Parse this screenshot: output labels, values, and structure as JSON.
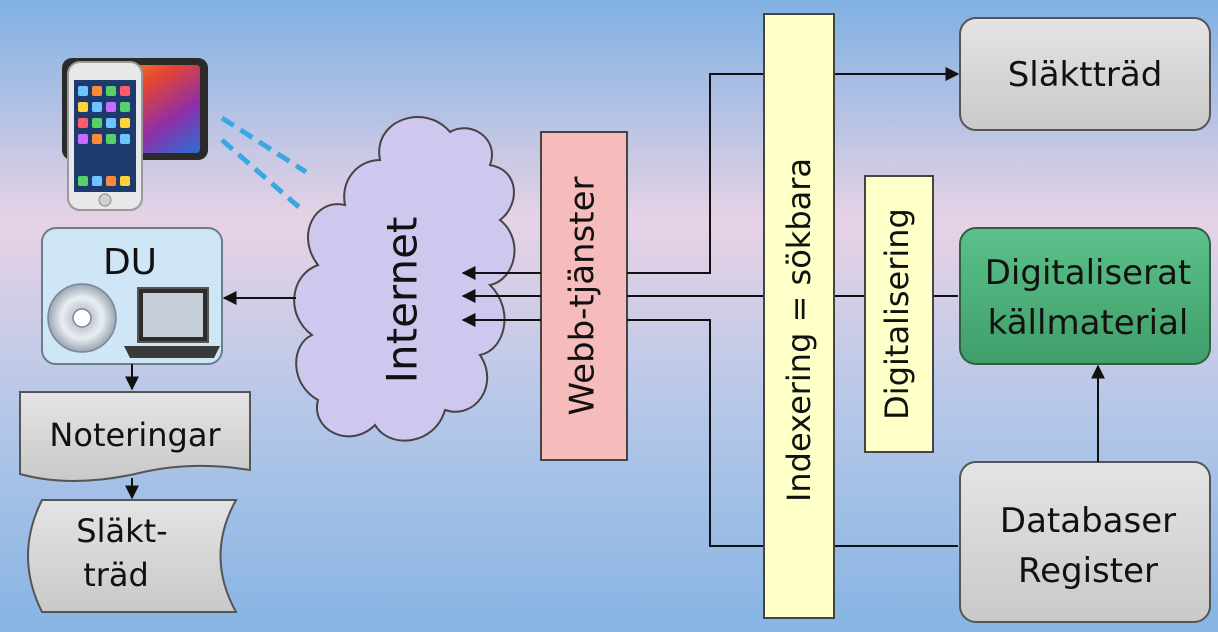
{
  "labels": {
    "du": "DU",
    "noteringar": "Noteringar",
    "slakttrad_doc_line1": "Släkt-",
    "slakttrad_doc_line2": "träd",
    "internet": "Internet",
    "webbtjanster": "Webb-tjänster",
    "indexering": "Indexering = sökbara",
    "digitalisering": "Digitalisering",
    "slakttrad": "Släktträd",
    "digitaliserat_line1": "Digitaliserat",
    "digitaliserat_line2": "källmaterial",
    "databaser_line1": "Databaser",
    "databaser_line2": "Register"
  },
  "colors": {
    "background_top": "#7fb1e3",
    "background_mid": "#e7d2e5",
    "background_bottom": "#86b4e3",
    "webb_box": "#f6bcbc",
    "index_box": "#ffffc8",
    "grey_box": "#dcdcdc",
    "green_box": "#4cb07a",
    "cloud": "#cfc8ee",
    "du_box": "#cfe6f6"
  }
}
